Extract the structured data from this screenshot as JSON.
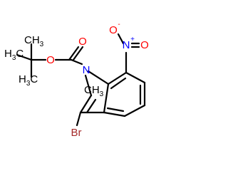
{
  "molecule": {
    "colors": {
      "bond": "#000000",
      "carbon": "#000000",
      "oxygen": "#ff0000",
      "nitrogen": "#0000ff",
      "bromine": "#a52a2a"
    },
    "labels": {
      "ester_carbonyl_o": "O",
      "ester_ether_o": "O",
      "nitro_o_minus": "O",
      "nitro_minus_charge": "-",
      "nitro_n": "N",
      "nitro_plus_charge": "+",
      "nitro_o_double": "O",
      "ring_n": "N",
      "bromine": "Br",
      "methyl_left_main": "H",
      "methyl_left_sub": "3",
      "methyl_left_c": "C",
      "methyl_top_c": "CH",
      "methyl_top_sub": "3",
      "methyl_bottom_main": "H",
      "methyl_bottom_sub": "3",
      "methyl_bottom_c": "C",
      "methyl_overlap_main": "CH",
      "methyl_overlap_sub": "3"
    }
  }
}
